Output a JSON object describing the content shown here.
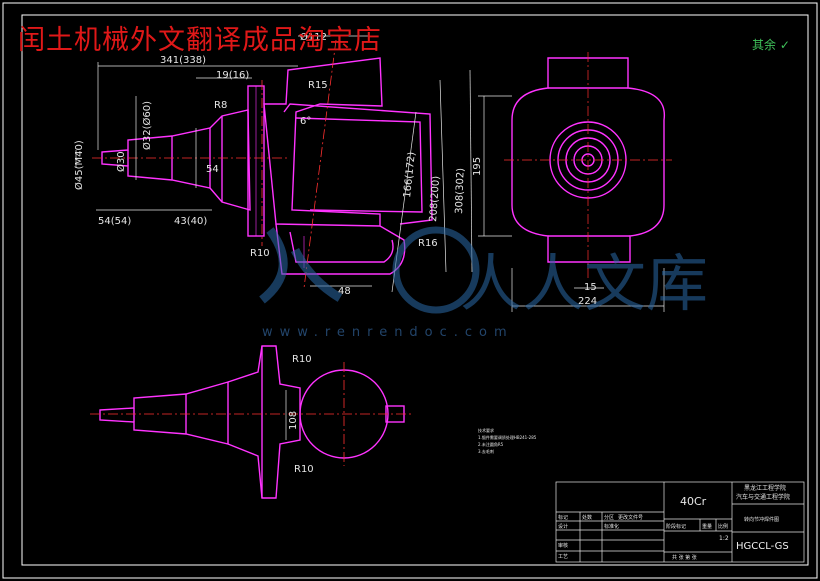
{
  "header": {
    "shop_name": "闰土机械外文翻译成品淘宝店",
    "check_mark": "其余"
  },
  "dimensions": {
    "d112": "Ø112",
    "l341": "341(338)",
    "l19": "19(16)",
    "r15": "R15",
    "r8": "R8",
    "d32": "Ø32(Ø60)",
    "ang6": "6°",
    "d45": "Ø45(M40)",
    "d30": "Ø30",
    "l54v": "54",
    "l166": "166(172)",
    "l208": "208(200)",
    "l308": "308(302)",
    "l54": "54(54)",
    "l43": "43(40)",
    "r16": "R16",
    "r10a": "R10",
    "l48": "48",
    "l195": "195",
    "l15": "15",
    "l224": "224",
    "r10b": "R10",
    "l108": "108",
    "r10c": "R10"
  },
  "notes": {
    "title": "技术要求",
    "line1": "1.锻件需要调质处理HB241-285",
    "line2": "2.未注圆角R5",
    "line3": "3.去毛刺"
  },
  "watermark": {
    "logo": "人人文库",
    "url": "www.renrendoc.com"
  },
  "title_block": {
    "material": "40Cr",
    "school_1": "黑龙江工程学院",
    "school_2": "汽车与交通工程学院",
    "part_name": "转向节冲焊件图",
    "drawing_no": "HGCCL-GS",
    "scale_value": "1:2",
    "row_mark": "标记",
    "row_count": "处数",
    "row_zone": "分区",
    "row_doc": "更改文件号",
    "row_design": "设计",
    "row_std": "标准化",
    "row_review": "审核",
    "row_process": "工艺",
    "stage_mark": "阶段标记",
    "weight": "重量",
    "scale": "比例",
    "sheets": "共 张  第 张"
  }
}
